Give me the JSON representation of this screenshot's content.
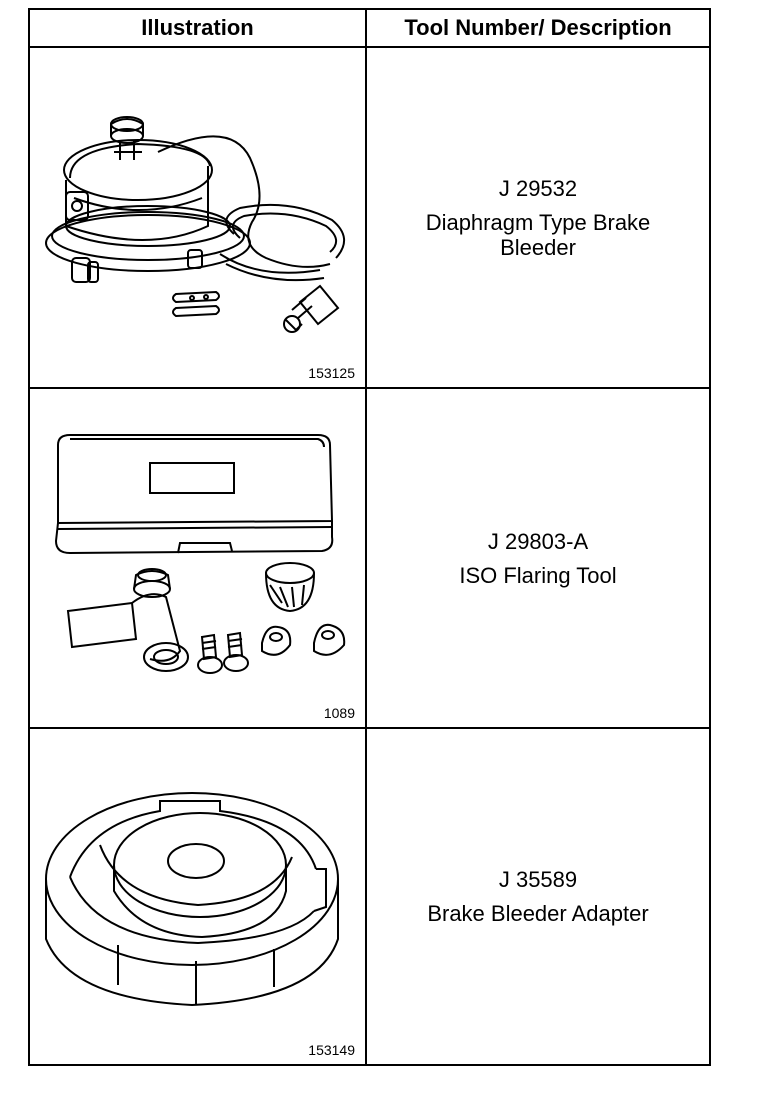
{
  "header": {
    "illustration": "Illustration",
    "tool": "Tool Number/ Description"
  },
  "rows": [
    {
      "fig": "153125",
      "number": "J 29532",
      "description": "Diaphragm Type Brake Bleeder",
      "icon": "diaphragm-brake-bleeder"
    },
    {
      "fig": "1089",
      "number": "J 29803-A",
      "description": "ISO Flaring Tool",
      "icon": "iso-flaring-tool-kit"
    },
    {
      "fig": "153149",
      "number": "J 35589",
      "description": "Brake Bleeder Adapter",
      "icon": "brake-bleeder-adapter"
    }
  ]
}
